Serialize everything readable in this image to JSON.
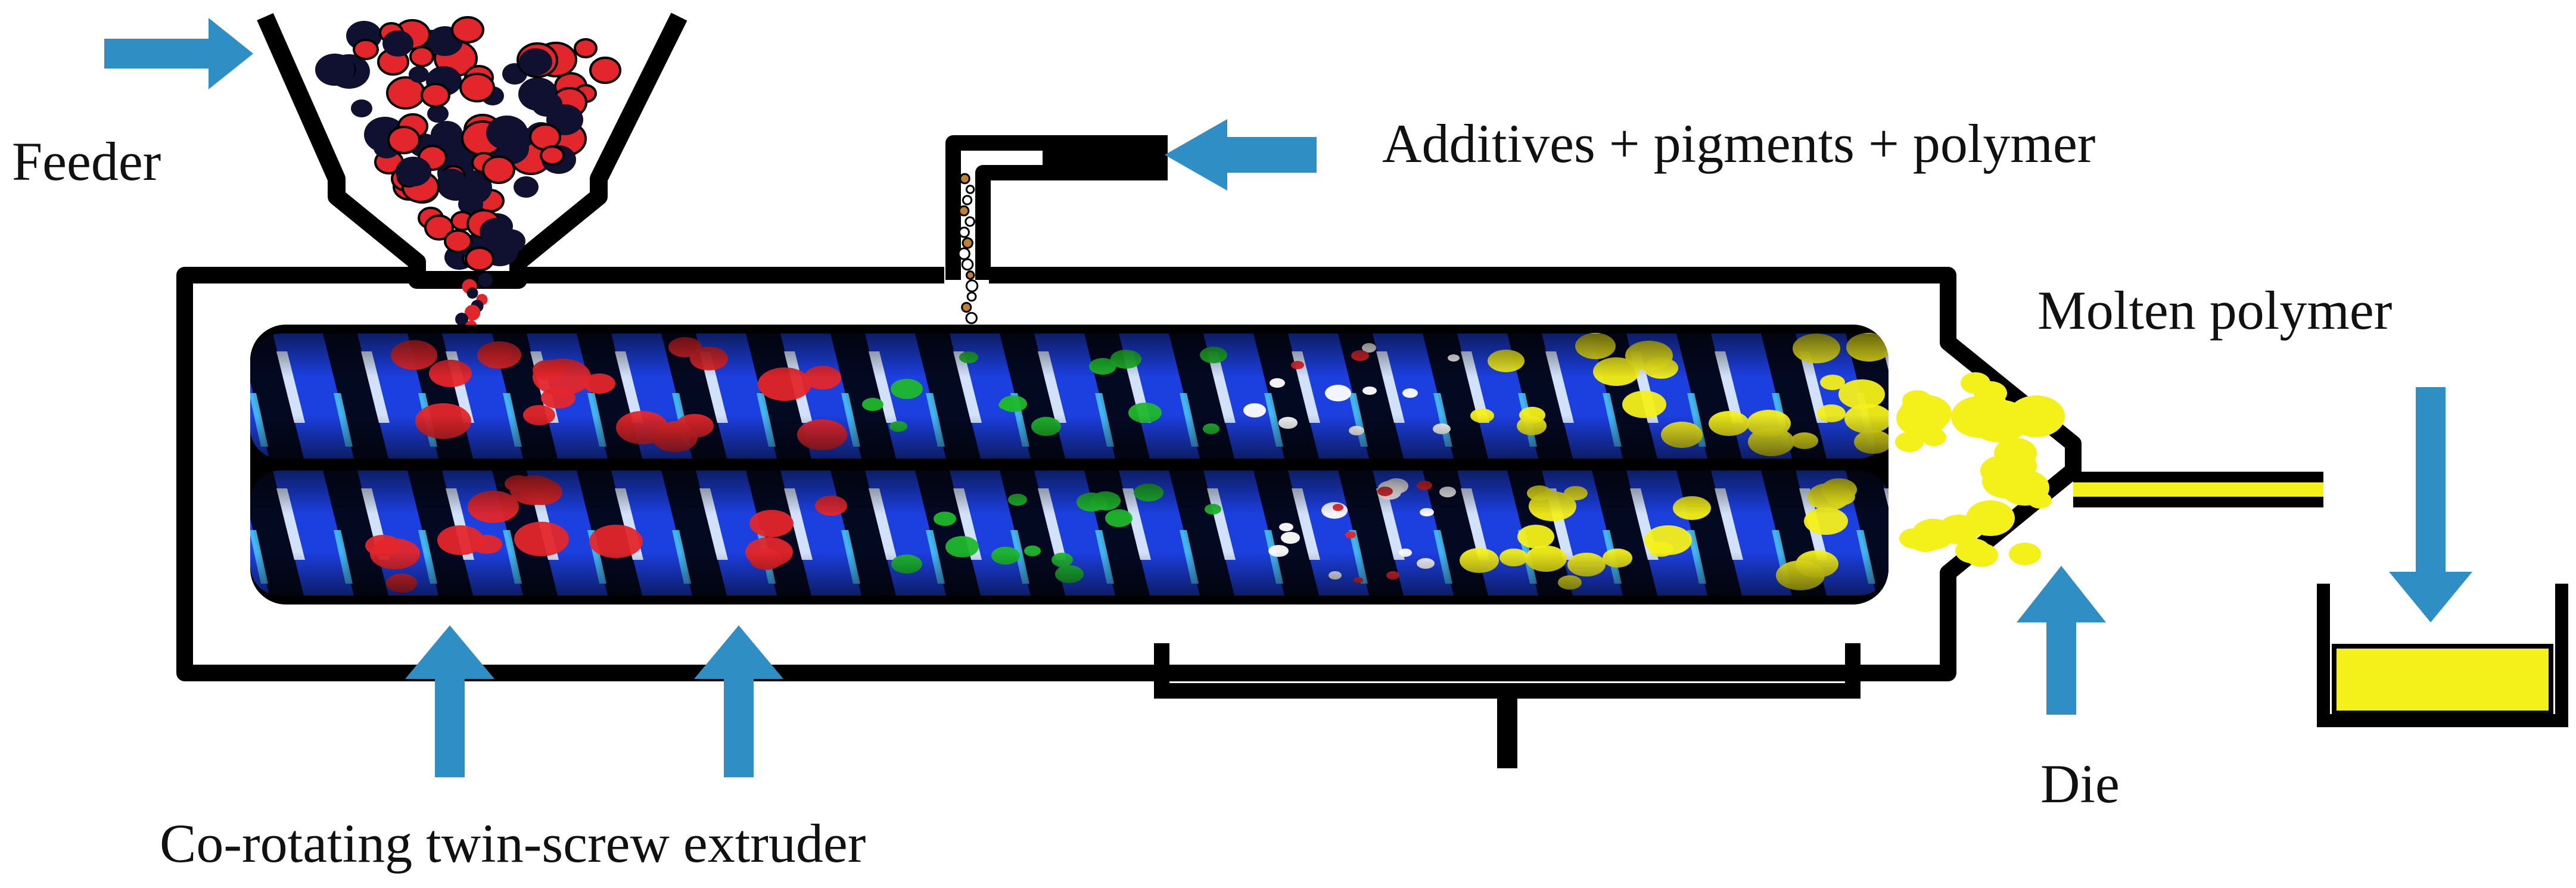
{
  "labels": {
    "feeder": "Feeder",
    "additives": "Additives + pigments + polymer",
    "molten_polymer": "Molten polymer",
    "die": "Die",
    "extruder": "Co-rotating twin-screw extruder"
  },
  "colors": {
    "outline": "#000000",
    "arrow": "#2f8fc4",
    "screw": "#1c3fe0",
    "pellet_red": "#e3262b",
    "pellet_dark": "#101030",
    "additive_green": "#1fb82c",
    "molten_yellow": "#f4f01a",
    "background": "#ffffff"
  }
}
